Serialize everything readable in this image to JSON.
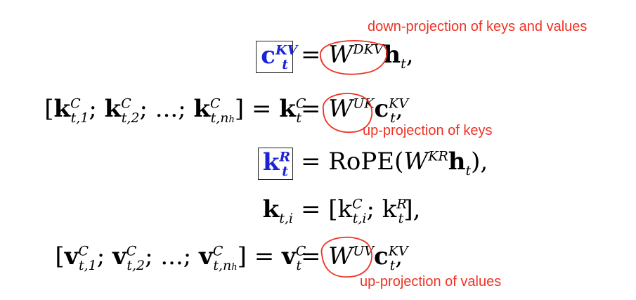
{
  "equations": [
    {
      "lhs_boxed": "c",
      "lhs_sup": "KV",
      "lhs_sub": "t",
      "rhs_W": "W",
      "rhs_W_sup": "DKV",
      "rhs_vec": "h",
      "rhs_vec_sub": "t",
      "tail": ","
    },
    {
      "lhs_prefix": "[k",
      "lhs_terms": "C t,1; k C t,2; ...; k C t,nh",
      "mid": "k",
      "mid_sup": "C",
      "mid_sub": "t",
      "rhs_W": "W",
      "rhs_W_sup": "UK",
      "rhs_vec": "c",
      "rhs_vec_sup": "KV",
      "rhs_vec_sub": "t",
      "tail": ","
    },
    {
      "lhs_boxed": "k",
      "lhs_sup": "R",
      "lhs_sub": "t",
      "rhs_fn": "RoPE(",
      "rhs_W": "W",
      "rhs_W_sup": "KR",
      "rhs_vec": "h",
      "rhs_vec_sub": "t",
      "tail": "),"
    },
    {
      "lhs": "k",
      "lhs_sub": "t,i",
      "rhs": "[k",
      "rhs_sup1": "C",
      "rhs_sub1": "t,i",
      "rhs_mid": "; k",
      "rhs_sup2": "R",
      "rhs_sub2": "t",
      "tail": "],"
    },
    {
      "mid": "v",
      "mid_sup": "C",
      "mid_sub": "t",
      "rhs_W": "W",
      "rhs_W_sup": "UV",
      "rhs_vec": "c",
      "rhs_vec_sup": "KV",
      "rhs_vec_sub": "t",
      "tail": ","
    }
  ],
  "annotations": {
    "down_projection": "down-projection of keys and values",
    "up_projection_keys": "up-projection of keys",
    "up_projection_values": "up-projection of values"
  },
  "colors": {
    "annotation": "#ee3224",
    "highlight": "#1a24d6"
  }
}
